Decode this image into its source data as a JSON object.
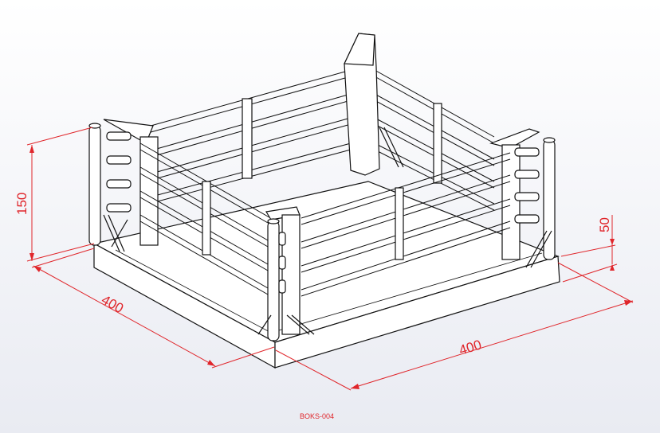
{
  "dimensions": {
    "height_post": "150",
    "width_left": "400",
    "width_right": "400",
    "base_height": "50"
  },
  "drawing_label": "BOKS-004",
  "colors": {
    "dimension": "#e0262b",
    "outline": "#111111",
    "background": "#f3f4f8"
  }
}
